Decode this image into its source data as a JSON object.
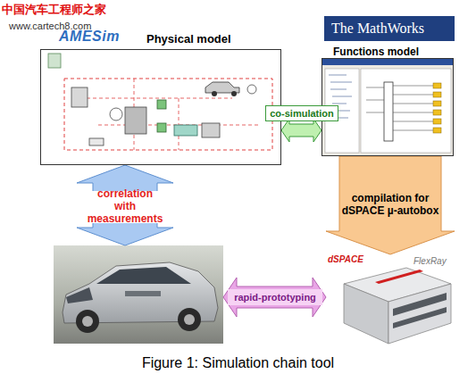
{
  "diagram": {
    "caption": "Figure 1: Simulation chain tool",
    "nodes": [
      {
        "text": [
          "AMESim",
          "Physical model"
        ]
      },
      {
        "text": [
          "The MathWorks",
          "Functions model"
        ]
      },
      {
        "text": []
      },
      {
        "text": [
          "dSPACE",
          "FlexRay"
        ]
      }
    ],
    "edges": [
      {
        "from": 0,
        "to": 1,
        "arrow": "both",
        "label": "co-simulation"
      },
      {
        "from": 0,
        "to": 2,
        "arrow": "both",
        "label": "correlation with measurements"
      },
      {
        "from": 1,
        "to": 3,
        "arrow": "to",
        "label": "compilation for dSPACE µ-autobox"
      },
      {
        "from": 2,
        "to": 3,
        "arrow": "both",
        "label": "rapid-prototyping"
      }
    ],
    "labels": [
      "中国汽车工程师之家",
      "www.cartech8.com"
    ]
  }
}
